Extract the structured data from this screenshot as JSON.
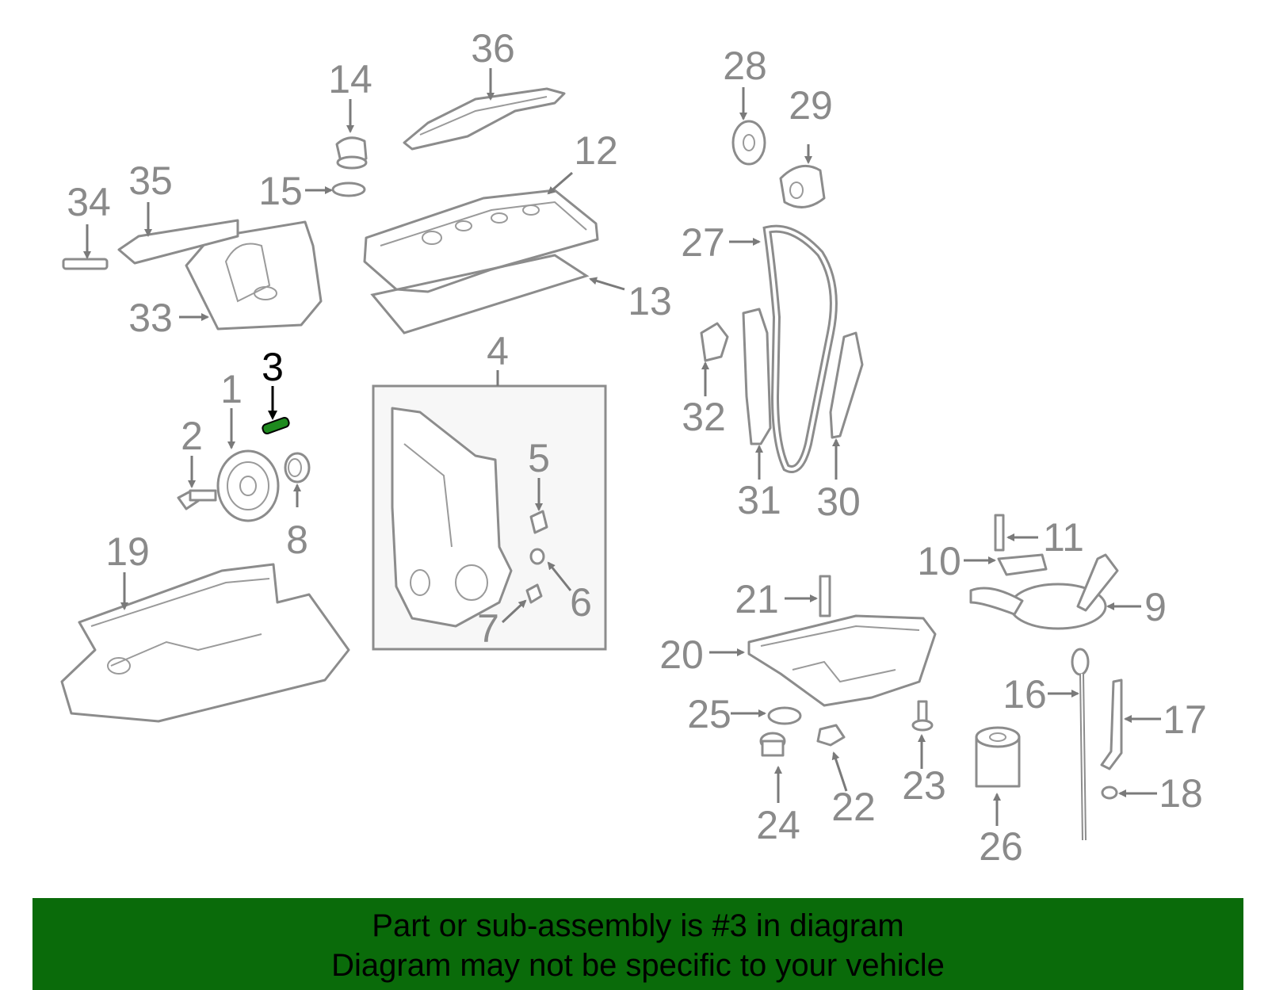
{
  "callouts": [
    {
      "num": "1"
    },
    {
      "num": "2"
    },
    {
      "num": "3",
      "highlighted": true
    },
    {
      "num": "4"
    },
    {
      "num": "5"
    },
    {
      "num": "6"
    },
    {
      "num": "7"
    },
    {
      "num": "8"
    },
    {
      "num": "9"
    },
    {
      "num": "10"
    },
    {
      "num": "11"
    },
    {
      "num": "12"
    },
    {
      "num": "13"
    },
    {
      "num": "14"
    },
    {
      "num": "15"
    },
    {
      "num": "16"
    },
    {
      "num": "17"
    },
    {
      "num": "18"
    },
    {
      "num": "19"
    },
    {
      "num": "20"
    },
    {
      "num": "21"
    },
    {
      "num": "22"
    },
    {
      "num": "23"
    },
    {
      "num": "24"
    },
    {
      "num": "25"
    },
    {
      "num": "26"
    },
    {
      "num": "27"
    },
    {
      "num": "28"
    },
    {
      "num": "29"
    },
    {
      "num": "30"
    },
    {
      "num": "31"
    },
    {
      "num": "32"
    },
    {
      "num": "33"
    },
    {
      "num": "34"
    },
    {
      "num": "35"
    },
    {
      "num": "36"
    }
  ],
  "banner": {
    "line1": "Part or sub-assembly is #3 in diagram",
    "line2": "Diagram may not be specific to your vehicle"
  },
  "colors": {
    "banner_bg": "#0a6b0a",
    "highlight_part": "#1e8a1e",
    "line_art": "#8c8c8c"
  }
}
